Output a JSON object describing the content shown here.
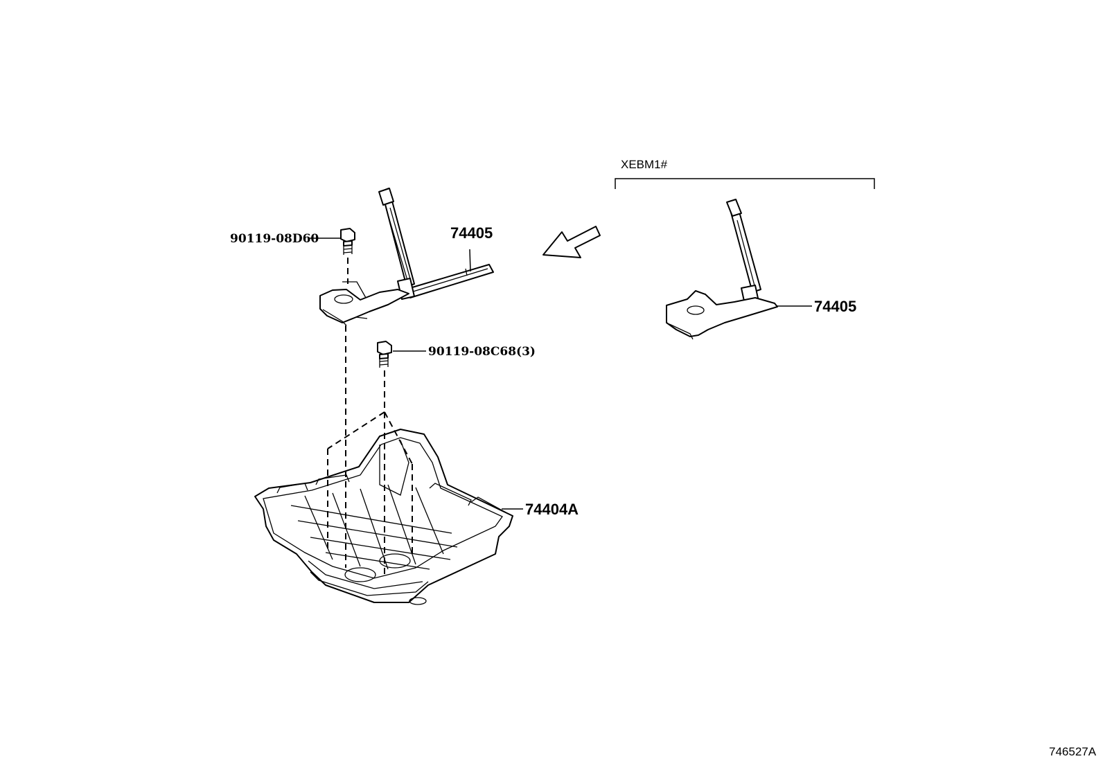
{
  "variant_label": "XEBM1#",
  "illustration_id": "746527A",
  "callouts": {
    "bolt_top": "90119-08D60",
    "bracket_main": "74405",
    "bolt_mid": "90119-08C68(3)",
    "tray": "74404A",
    "bracket_variant": "74405"
  }
}
